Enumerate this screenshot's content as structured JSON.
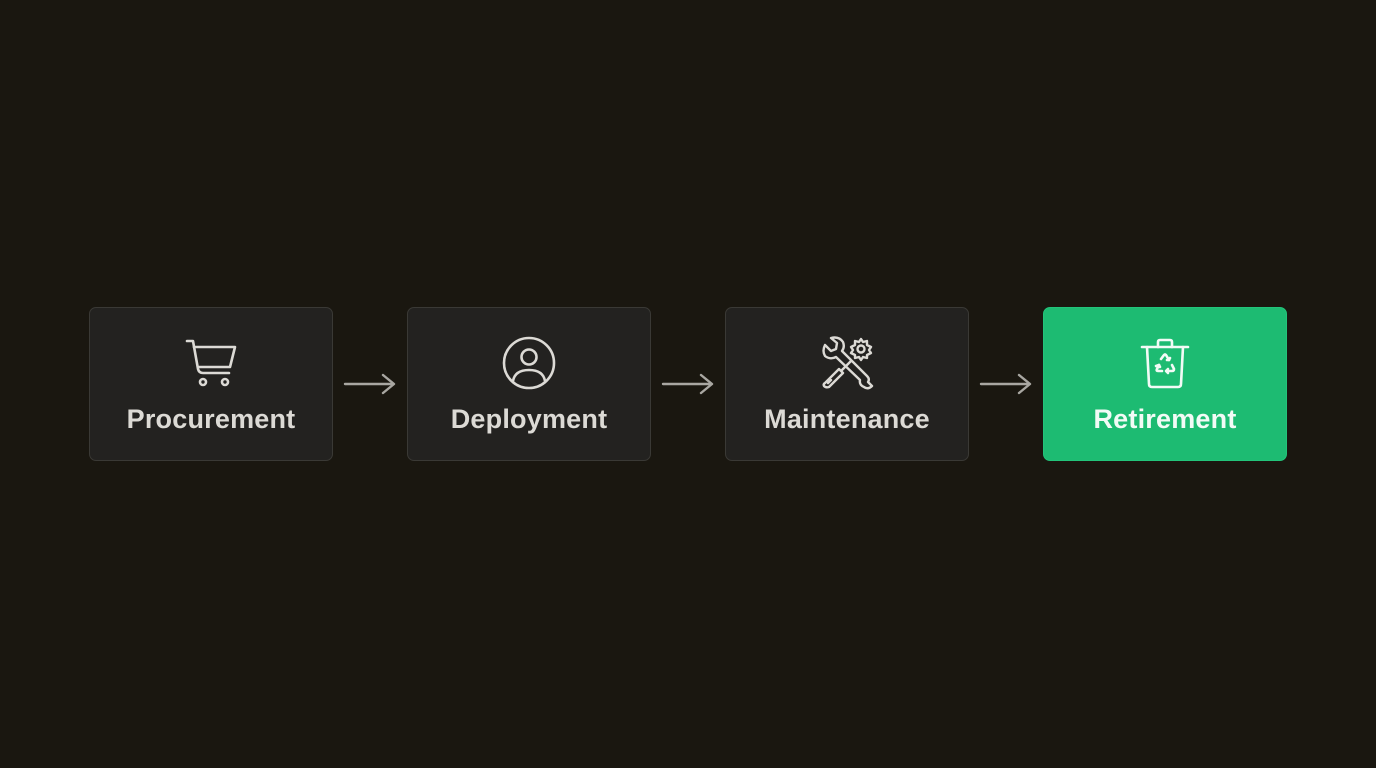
{
  "diagram": {
    "type": "process-flow",
    "direction": "left-to-right",
    "stages": [
      {
        "label": "Procurement",
        "icon": "shopping-cart-icon",
        "active": false
      },
      {
        "label": "Deployment",
        "icon": "user-circle-icon",
        "active": false
      },
      {
        "label": "Maintenance",
        "icon": "wrench-screwdriver-gear-icon",
        "active": false
      },
      {
        "label": "Retirement",
        "icon": "recycle-bin-icon",
        "active": true
      }
    ],
    "connectors": [
      {
        "from": "Procurement",
        "to": "Deployment",
        "icon": "arrow-right-icon"
      },
      {
        "from": "Deployment",
        "to": "Maintenance",
        "icon": "arrow-right-icon"
      },
      {
        "from": "Maintenance",
        "to": "Retirement",
        "icon": "arrow-right-icon"
      }
    ]
  },
  "colors": {
    "background": "#1a1710",
    "card": "#232220",
    "card_border": "#3a3935",
    "card_text": "#dcdad5",
    "active_card": "#1dbb72",
    "active_text": "#f2fbf6",
    "arrow": "#a9a7a2"
  }
}
